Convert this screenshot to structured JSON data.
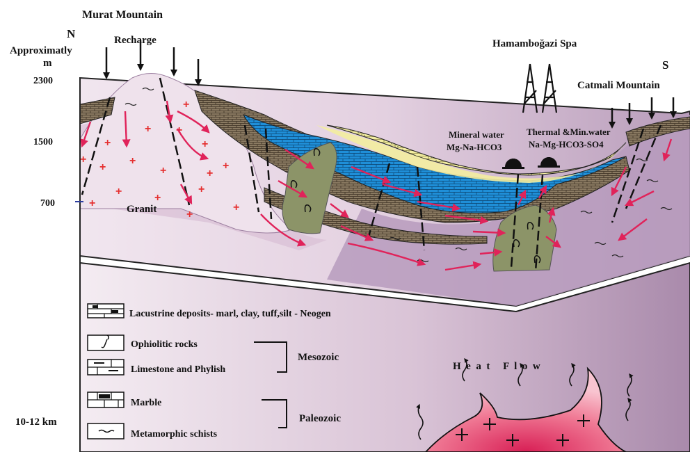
{
  "labels": {
    "murat_mountain": "Murat  Mountain",
    "north": "N",
    "recharge": "Recharge",
    "approximately": "Approximatly",
    "unit_m": "m",
    "hamambogazi_spa": "Hamamboğazi Spa",
    "south": "S",
    "catmali_mountain": "Catmali Mountain",
    "mineral_water_line1": "Mineral water",
    "mineral_water_line2": "Mg-Na-HCO3",
    "thermal_water_line1": "Thermal &Min.water",
    "thermal_water_line2": "Na-Mg-HCO3-SO4",
    "granit": "Granit",
    "heat_flow": "H  e  a  t     F  l  o  w",
    "depth": "10-12 km"
  },
  "elevation_ticks": [
    "2300",
    "1500",
    "700"
  ],
  "legend": {
    "items": [
      {
        "label": "Lacustrine deposits- marl, clay, tuff,silt - Neogen",
        "pattern": "lacustrine"
      },
      {
        "label": "Ophiolitic rocks",
        "pattern": "ophiolite"
      },
      {
        "label": "Limestone and Phylish",
        "pattern": "limestone"
      },
      {
        "label": "Marble",
        "pattern": "marble"
      },
      {
        "label": "Metamorphic schists",
        "pattern": "schist"
      }
    ],
    "mesozoic": "Mesozoic",
    "paleozoic": "Paleozoic"
  },
  "colors": {
    "granite_pink": "#e6cfe0",
    "basement_purple": "#b79bbd",
    "marble_brown": "#8a7a62",
    "limestone_blue": "#1f8fd8",
    "neogen_yellow": "#f3eda0",
    "ophiolite_green": "#8c9468",
    "flow_arrow": "#e0235a",
    "magma_red": "#e8486a"
  }
}
